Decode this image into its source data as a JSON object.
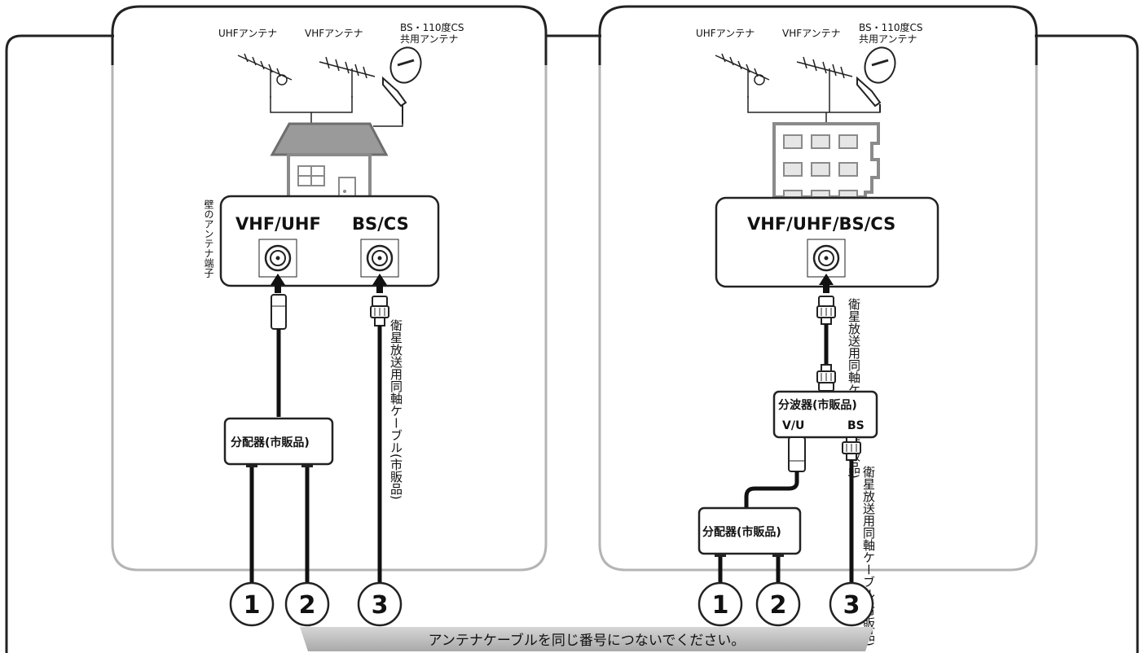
{
  "left_panel": {
    "antennas": {
      "uhf": "UHFアンテナ",
      "vhf": "VHFアンテナ",
      "bs_line1": "BS・110度CS",
      "bs_line2": "共用アンテナ"
    },
    "wall_label": "壁のアンテナ端子",
    "terminal_vhf_uhf": "VHF/UHF",
    "terminal_bs_cs": "BS/CS",
    "distributor": "分配器(市販品)",
    "cable_label": "衛星放送用同軸ケーブル(市販品)",
    "numbers": [
      "1",
      "2",
      "3"
    ]
  },
  "right_panel": {
    "antennas": {
      "uhf": "UHFアンテナ",
      "vhf": "VHFアンテナ",
      "bs_line1": "BS・110度CS",
      "bs_line2": "共用アンテナ"
    },
    "terminal": "VHF/UHF/BS/CS",
    "cable_label_top": "衛星放送用同軸ケーブル(市販品)",
    "separator": "分波器(市販品)",
    "separator_vu": "V/U",
    "separator_bs": "BS",
    "cable_label_bottom": "衛星放送用同軸ケーブル(市販品)",
    "distributor": "分配器(市販品)",
    "numbers": [
      "1",
      "2",
      "3"
    ]
  },
  "footer_note": "アンテナケーブルを同じ番号につないでください。",
  "colors": {
    "outline": "#222222",
    "panel_gray": "#b4b4b4",
    "house_gray": "#8a8a8a",
    "banner_gray": "#bdbdbd"
  }
}
